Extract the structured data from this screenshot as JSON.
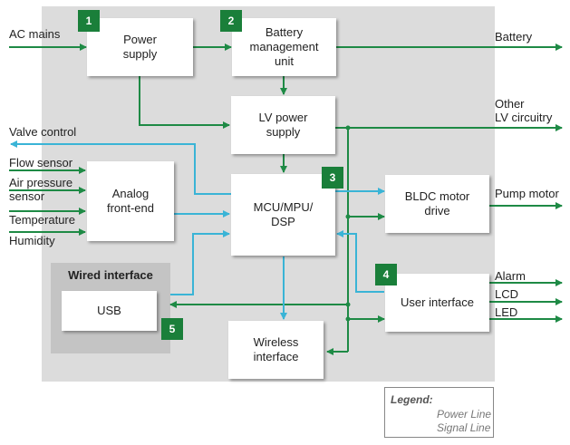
{
  "colors": {
    "power_line": "#1e8a45",
    "signal_line": "#3ab4d6",
    "badge": "#1a7f3a",
    "background_panel": "#dcdcdc"
  },
  "blocks": {
    "power_supply": {
      "label": "Power\nsupply",
      "badge": "1"
    },
    "battery_management": {
      "label": "Battery\nmanagement\nunit",
      "badge": "2"
    },
    "lv_power_supply": {
      "label": "LV power\nsupply"
    },
    "analog_front_end": {
      "label": "Analog\nfront-end"
    },
    "mcu": {
      "label": "MCU/MPU/\nDSP",
      "badge": "3"
    },
    "bldc_motor_drive": {
      "label": "BLDC motor\ndrive"
    },
    "user_interface": {
      "label": "User interface",
      "badge": "4"
    },
    "usb": {
      "label": "USB",
      "badge": "5"
    },
    "wireless_interface": {
      "label": "Wireless\ninterface"
    },
    "wired_interface_group": {
      "title": "Wired interface"
    }
  },
  "inputs": {
    "ac_mains": "AC mains",
    "valve_control": "Valve control",
    "flow_sensor": "Flow sensor",
    "air_pressure_sensor": "Air pressure\nsensor",
    "temperature": "Temperature",
    "humidity": "Humidity"
  },
  "outputs": {
    "battery": "Battery",
    "other_lv": "Other\nLV circuitry",
    "pump_motor": "Pump motor",
    "alarm": "Alarm",
    "lcd": "LCD",
    "led": "LED"
  },
  "legend": {
    "title": "Legend:",
    "items": [
      {
        "label": "Power Line",
        "type": "power"
      },
      {
        "label": "Signal Line",
        "type": "signal"
      }
    ]
  }
}
